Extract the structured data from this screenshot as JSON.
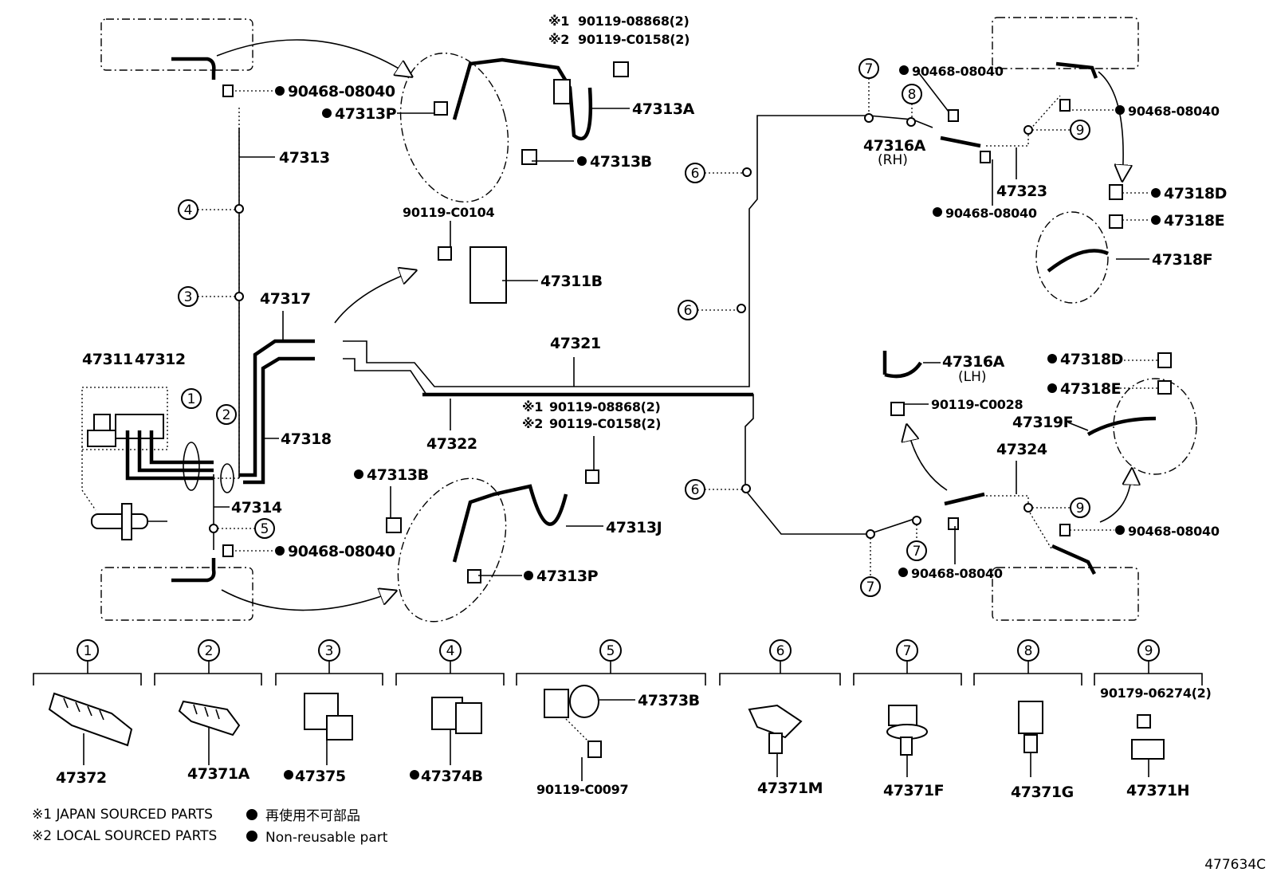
{
  "callouts": [
    {
      "id": "c_47313",
      "text": "47313"
    },
    {
      "id": "c_47313P_top",
      "text": "47313P"
    },
    {
      "id": "c_47313A",
      "text": "47313A"
    },
    {
      "id": "c_47313B_top",
      "text": "47313B"
    },
    {
      "id": "c_90468_tl",
      "text": "90468-08040"
    },
    {
      "id": "c_bolt1_top",
      "text": "90119-08868(2)"
    },
    {
      "id": "c_bolt2_top",
      "text": "90119-C0158(2)"
    },
    {
      "id": "c_90119C0104",
      "text": "90119-C0104"
    },
    {
      "id": "c_47311B",
      "text": "47311B"
    },
    {
      "id": "c_47317",
      "text": "47317"
    },
    {
      "id": "c_47311",
      "text": "47311"
    },
    {
      "id": "c_47312",
      "text": "47312"
    },
    {
      "id": "c_47318",
      "text": "47318"
    },
    {
      "id": "c_47314",
      "text": "47314"
    },
    {
      "id": "c_90468_bl",
      "text": "90468-08040"
    },
    {
      "id": "c_47321",
      "text": "47321"
    },
    {
      "id": "c_47322",
      "text": "47322"
    },
    {
      "id": "c_bolt1_mid",
      "text": "90119-08868(2)"
    },
    {
      "id": "c_bolt2_mid",
      "text": "90119-C0158(2)"
    },
    {
      "id": "c_47313B_bot",
      "text": "47313B"
    },
    {
      "id": "c_47313J",
      "text": "47313J"
    },
    {
      "id": "c_47313P_bot",
      "text": "47313P"
    },
    {
      "id": "c_90468_tr1",
      "text": "90468-08040"
    },
    {
      "id": "c_90468_tr2",
      "text": "90468-08040"
    },
    {
      "id": "c_47316A_rh",
      "text": "47316A"
    },
    {
      "id": "c_rh",
      "text": "(RH)"
    },
    {
      "id": "c_47323",
      "text": "47323"
    },
    {
      "id": "c_90468_tr3",
      "text": "90468-08040"
    },
    {
      "id": "c_47318D_top",
      "text": "47318D"
    },
    {
      "id": "c_47318E_top",
      "text": "47318E"
    },
    {
      "id": "c_47318F",
      "text": "47318F"
    },
    {
      "id": "c_47316A_lh",
      "text": "47316A"
    },
    {
      "id": "c_lh",
      "text": "(LH)"
    },
    {
      "id": "c_90119C0028",
      "text": "90119-C0028"
    },
    {
      "id": "c_47318D_bot",
      "text": "47318D"
    },
    {
      "id": "c_47318E_bot",
      "text": "47318E"
    },
    {
      "id": "c_47319F",
      "text": "47319F"
    },
    {
      "id": "c_47324",
      "text": "47324"
    },
    {
      "id": "c_90468_br1",
      "text": "90468-08040"
    },
    {
      "id": "c_90468_br2",
      "text": "90468-08040"
    },
    {
      "id": "c_47373B",
      "text": "47373B"
    },
    {
      "id": "c_90119C0097",
      "text": "90119-C0097"
    },
    {
      "id": "c_90179",
      "text": "90179-06274(2)"
    }
  ],
  "clamp_legend": [
    {
      "num": "1",
      "part": "47372"
    },
    {
      "num": "2",
      "part": "47371A"
    },
    {
      "num": "3",
      "part": "47375"
    },
    {
      "num": "4",
      "part": "47374B"
    },
    {
      "num": "5",
      "part": ""
    },
    {
      "num": "6",
      "part": "47371M"
    },
    {
      "num": "7",
      "part": "47371F"
    },
    {
      "num": "8",
      "part": "47371G"
    },
    {
      "num": "9",
      "part": "47371H"
    }
  ],
  "notes": {
    "mark1": "※1",
    "mark2": "※2",
    "japan": "※1 JAPAN SOURCED PARTS",
    "local": "※2 LOCAL SOURCED PARTS",
    "nonreuse_jp": "再使用不可部品",
    "nonreuse_en": "Non-reusable part"
  },
  "diagram_id": "477634C",
  "colors": {
    "ink": "#000000",
    "paper": "#ffffff"
  }
}
